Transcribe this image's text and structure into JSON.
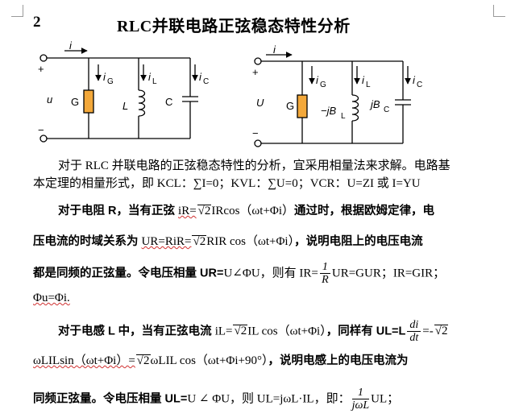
{
  "heading": {
    "number": "2",
    "title": "RLC并联电路正弦稳态特性分析"
  },
  "circuit1": {
    "current_label": "i",
    "plus": "+",
    "minus": "−",
    "voltage_label": "u",
    "branch_currents": [
      "i",
      "i",
      "i"
    ],
    "branch_subs": [
      "G",
      "L",
      "C"
    ],
    "elements": [
      "G",
      "L",
      "C"
    ]
  },
  "circuit2": {
    "current_label": "i",
    "plus": "+",
    "minus": "−",
    "voltage_label": "U",
    "branch_currents": [
      "i",
      "i",
      "i"
    ],
    "branch_subs": [
      "G",
      "L",
      "C"
    ],
    "elements": {
      "g": "G",
      "l": "−jB",
      "l_sub": "L",
      "c": "jB",
      "c_sub": "C"
    }
  },
  "paragraphs": {
    "p1_line1": "对于 RLC 并联电路的正弦稳态特性的分析，宜采用相量法来求解。电路基",
    "p1_line2": "本定理的相量形式，即 KCL：∑I=0；KVL：∑U=0；VCR：U=ZI 或 I=YU",
    "p2_line1_a": "对于电阻 R，当有正弦 ",
    "p2_line1_b": "iR=",
    "p2_line1_c": "√2",
    "p2_line1_d": "IRcos（ωt+Φi）",
    "p2_line1_e": "通过时，根据欧姆定律，电",
    "p2_line2_a": "压电流的时域关系为 ",
    "p2_line2_b": "UR=RiR=",
    "p2_line2_c": "√2",
    "p2_line2_d": "RIR cos（ωt+Φi）",
    "p2_line2_e": "，说明电阻上的电压电流",
    "p2_line3_a": "都是同频的正弦量。令电压相量 UR=",
    "p2_line3_b": "U∠ΦU，则有 IR=",
    "p2_line3_frac_num": "1",
    "p2_line3_frac_den": "R",
    "p2_line3_c": "UR=GUR；IR=GIR；",
    "p2_line4": "Φu=Φi.",
    "p3_line1_a": "对于电感 L 中，当有正弦电流 ",
    "p3_line1_b": "iL=",
    "p3_line1_c": "√2",
    "p3_line1_d": "IL cos（ωt+Φi）",
    "p3_line1_e": "，同样有 UL=L",
    "p3_line1_frac_num": "di",
    "p3_line1_frac_den": "dt",
    "p3_line1_f": "=-",
    "p3_line1_g": "√2",
    "p3_line2_a": "ωLILsin（ωt+Φi）=",
    "p3_line2_b": "√2",
    "p3_line2_c": "ωLIL cos（ωt+Φi+90°）",
    "p3_line2_d": "，说明电感上的电压电流为",
    "p3_line3_a": "同频正弦量。令电压相量 UL=",
    "p3_line3_b": "U ∠ ΦU，则 UL=jωL·IL，即：",
    "p3_line3_frac_num": "1",
    "p3_line3_frac_den": "jωL",
    "p3_line3_c": "UL；"
  }
}
